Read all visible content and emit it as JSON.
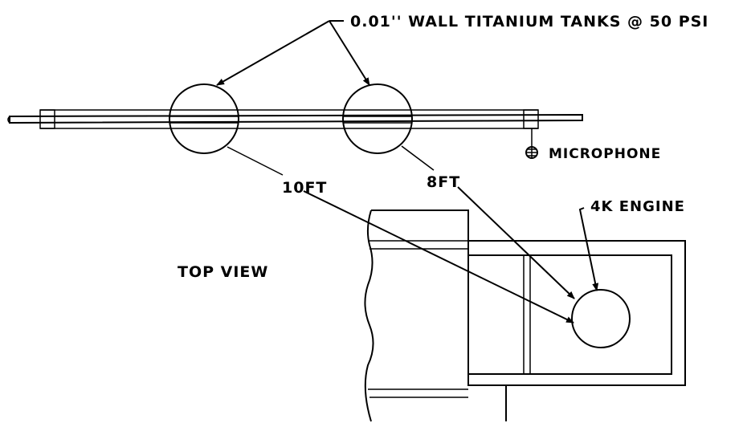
{
  "labels": {
    "tanks": "0.01'' WALL TITANIUM TANKS @ 50 PSI",
    "microphone": "MICROPHONE",
    "ten_ft": "10FT",
    "eight_ft": "8FT",
    "engine": "4K ENGINE",
    "top_view": "TOP VIEW"
  }
}
